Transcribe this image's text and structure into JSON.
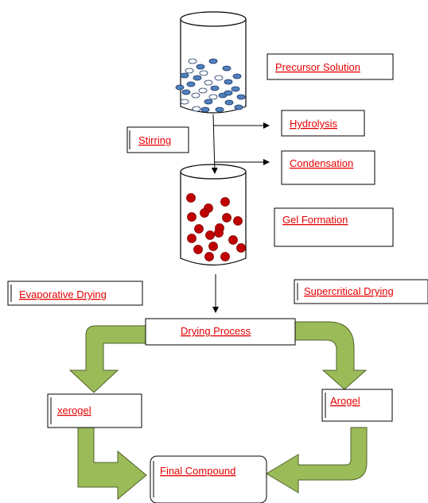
{
  "labels": {
    "precursor_solution": "Precursor Solution",
    "hydrolysis": "Hydrolysis",
    "condensation": "Condensation",
    "stirring": "Stirring",
    "gel_formation": "Gel Formation",
    "evaporative_drying": "Evaporative Drying",
    "supercritical_drying": "Supercritical Drying",
    "drying_process": "Drying Process",
    "xerogel": "xerogel",
    "arogel": "Arogel",
    "final_compound": "Final Compound"
  },
  "colors": {
    "label_text": "#e60000",
    "arrow_fill": "#9bbb59",
    "arrow_stroke": "#4f6228",
    "blue_particle": "#4f81bd",
    "red_particle": "#c00000",
    "outline": "#000000"
  }
}
